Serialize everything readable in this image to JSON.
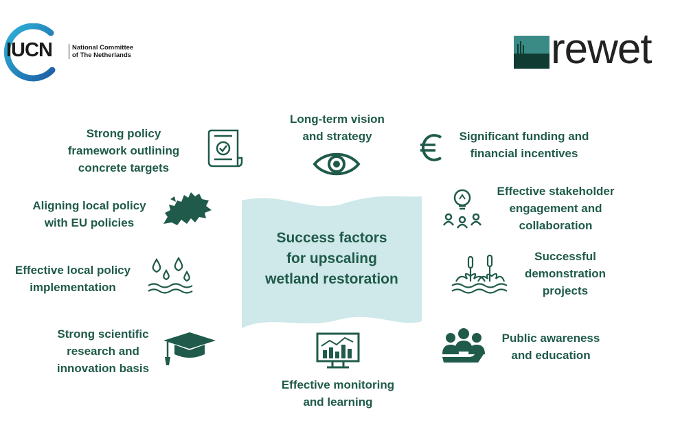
{
  "logos": {
    "iucn": {
      "wordmark": "IUCN",
      "subtitle_line1": "National Committee",
      "subtitle_line2": "of The Netherlands"
    },
    "rewet": {
      "wordmark": "rewet"
    }
  },
  "center": {
    "line1": "Success factors",
    "line2": "for upscaling",
    "line3": "wetland restoration"
  },
  "factors": {
    "vision": {
      "lines": [
        "Long-term vision",
        "and strategy"
      ],
      "icon": "eye-icon"
    },
    "policy_framework": {
      "lines": [
        "Strong policy",
        "framework outlining",
        "concrete targets"
      ],
      "icon": "certificate-document-icon"
    },
    "funding": {
      "lines": [
        "Significant funding and",
        "financial incentives"
      ],
      "icon": "euro-icon"
    },
    "eu_policies": {
      "lines": [
        "Aligning local policy",
        "with EU policies"
      ],
      "icon": "europe-map-icon"
    },
    "stakeholders": {
      "lines": [
        "Effective stakeholder",
        "engagement and",
        "collaboration"
      ],
      "icon": "lightbulb-people-icon"
    },
    "local_policy": {
      "lines": [
        "Effective local policy",
        "implementation"
      ],
      "icon": "water-drops-icon"
    },
    "demonstration": {
      "lines": [
        "Successful",
        "demonstration",
        "projects"
      ],
      "icon": "wetland-plants-icon"
    },
    "research": {
      "lines": [
        "Strong scientific",
        "research and",
        "innovation basis"
      ],
      "icon": "graduation-cap-icon"
    },
    "awareness": {
      "lines": [
        "Public awareness",
        "and education"
      ],
      "icon": "people-group-icon"
    },
    "monitoring": {
      "lines": [
        "Effective monitoring",
        "and learning"
      ],
      "icon": "monitor-chart-icon"
    }
  },
  "colors": {
    "text_green": "#1f5a4a",
    "banner": "#cfe8e9",
    "iucn_blue": "#2a8bc7",
    "rewet_green": "#17594a"
  }
}
